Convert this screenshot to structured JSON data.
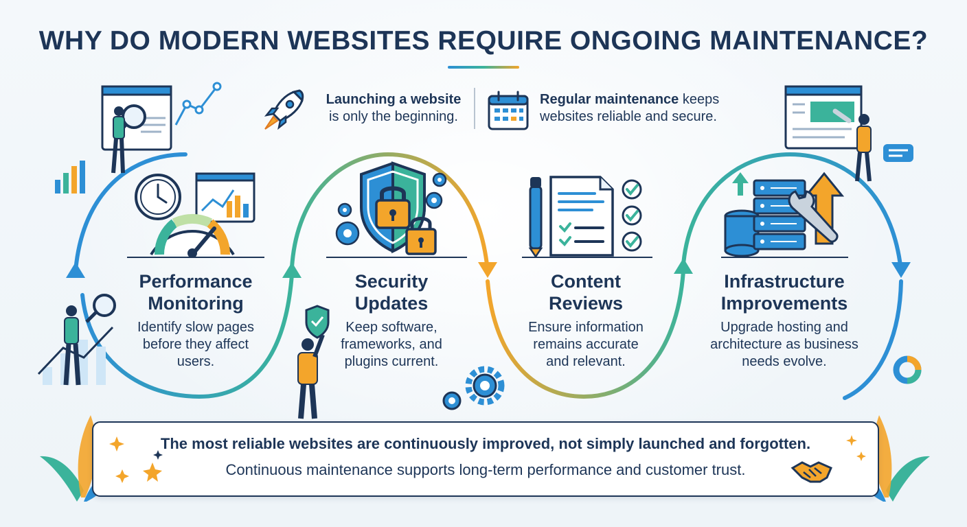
{
  "title": "WHY DO MODERN WEBSITES REQUIRE ONGOING MAINTENANCE?",
  "callouts": [
    {
      "bold": "Launching a website",
      "rest": "is only the beginning.",
      "icon": "rocket-icon"
    },
    {
      "bold": "Regular maintenance",
      "rest_inline": " keeps",
      "rest": "websites reliable and secure.",
      "icon": "calendar-icon"
    }
  ],
  "stages": [
    {
      "title_line1": "Performance",
      "title_line2": "Monitoring",
      "desc_line1": "Identify slow pages",
      "desc_line2": "before they affect",
      "desc_line3": "users.",
      "icon": "speedometer-icon",
      "color": "#2d8fd5"
    },
    {
      "title_line1": "Security",
      "title_line2": "Updates",
      "desc_line1": "Keep software,",
      "desc_line2": "frameworks, and",
      "desc_line3": "plugins current.",
      "icon": "shield-lock-icon",
      "color": "#3bb39b"
    },
    {
      "title_line1": "Content",
      "title_line2": "Reviews",
      "desc_line1": "Ensure information",
      "desc_line2": "remains accurate",
      "desc_line3": "and relevant.",
      "icon": "checklist-icon",
      "color": "#f3a52b"
    },
    {
      "title_line1": "Infrastructure",
      "title_line2": "Improvements",
      "desc_line1": "Upgrade hosting and",
      "desc_line2": "architecture as business",
      "desc_line3": "needs evolve.",
      "icon": "server-wrench-icon",
      "color": "#2d8fd5"
    }
  ],
  "footer": {
    "main": "The most reliable websites are continuously improved, not simply launched and forgotten.",
    "sub": "Continuous maintenance supports long-term performance and customer trust."
  },
  "colors": {
    "navy": "#1d3557",
    "blue": "#2d8fd5",
    "teal": "#3bb39b",
    "gold": "#f3a52b"
  }
}
